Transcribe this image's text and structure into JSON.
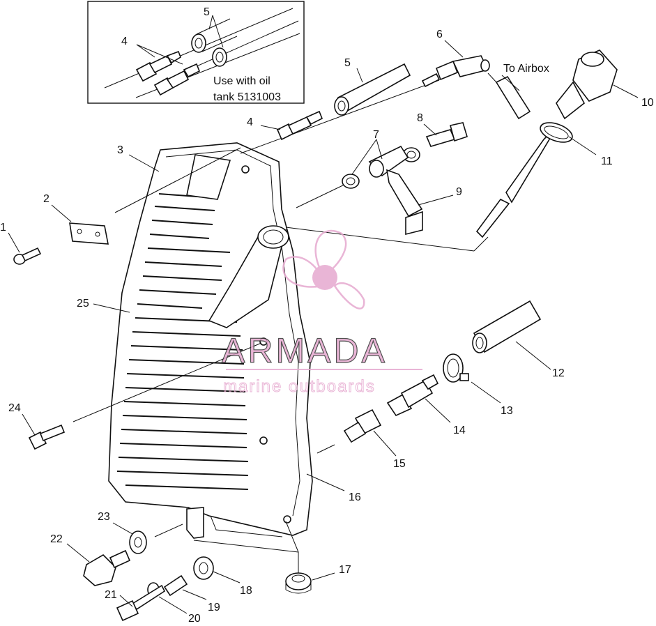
{
  "callouts": [
    "1",
    "2",
    "3",
    "4",
    "4",
    "5",
    "5",
    "6",
    "7",
    "8",
    "9",
    "10",
    "11",
    "12",
    "13",
    "14",
    "15",
    "16",
    "17",
    "18",
    "19",
    "20",
    "21",
    "22",
    "23",
    "24",
    "25"
  ],
  "inset_note_line1": "Use with oil",
  "inset_note_line2": "tank 5131003",
  "airbox_note": "To Airbox",
  "watermark": {
    "brand": "ARMADA",
    "tagline": "marine outboards",
    "color": "#e6a9cf"
  }
}
